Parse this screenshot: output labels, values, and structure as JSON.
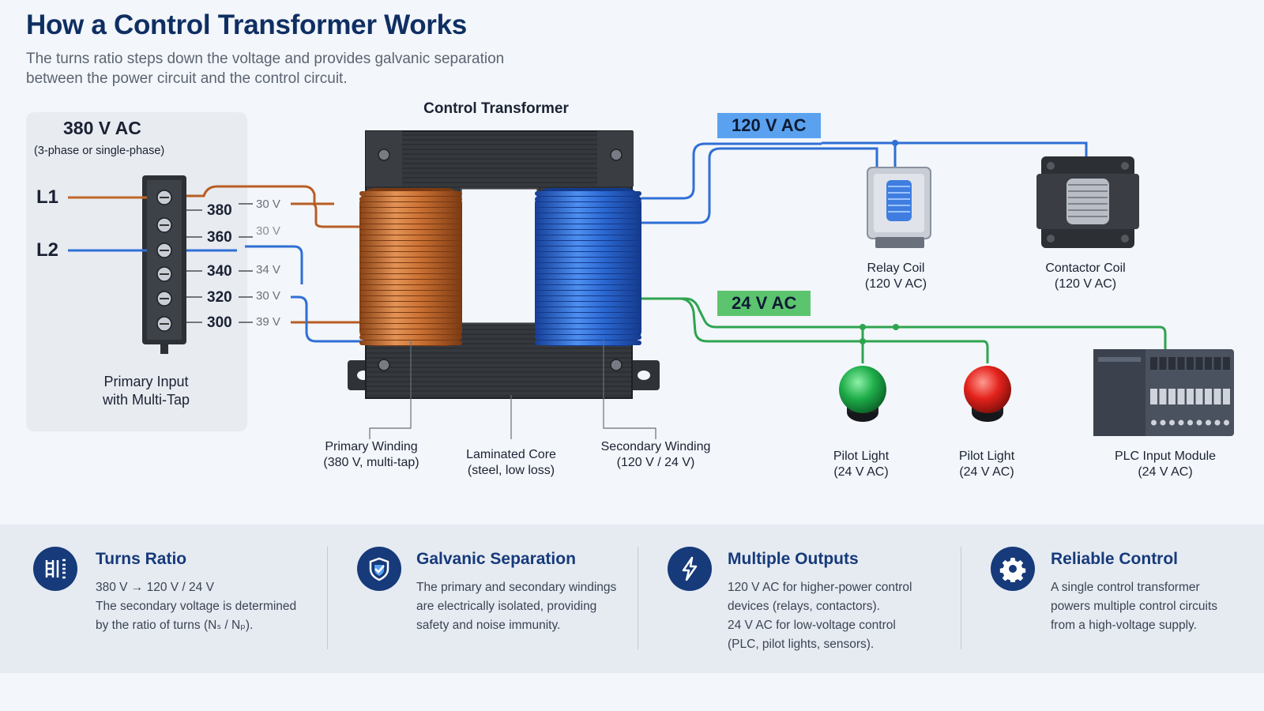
{
  "header": {
    "title": "How a Control Transformer Works",
    "subtitle": "The turns ratio steps down the voltage and provides galvanic separation between the power circuit and the control circuit."
  },
  "input_panel": {
    "voltage": "380 V AC",
    "phase_note": "(3-phase or single-phase)",
    "line1": "L1",
    "line2": "L2",
    "taps": [
      "380",
      "360",
      "340",
      "320",
      "300"
    ],
    "tap_wire_labels": [
      "30 V",
      "30 V",
      "34 V",
      "30 V",
      "39 V"
    ],
    "caption_line1": "Primary Input",
    "caption_line2": "with Multi-Tap"
  },
  "transformer": {
    "title": "Control Transformer",
    "primary_label": "Primary Winding",
    "primary_sub": "(380 V, multi-tap)",
    "core_label": "Laminated Core",
    "core_sub": "(steel, low loss)",
    "secondary_label": "Secondary Winding",
    "secondary_sub": "(120 V / 24 V)"
  },
  "outputs": {
    "high_badge": "120 V AC",
    "low_badge": "24 V AC",
    "relay_label": "Relay Coil",
    "relay_sub": "(120 V AC)",
    "contactor_label": "Contactor Coil",
    "contactor_sub": "(120 V AC)",
    "pilot1_label": "Pilot Light",
    "pilot1_sub": "(24 V AC)",
    "pilot2_label": "Pilot Light",
    "pilot2_sub": "(24 V AC)",
    "plc_label": "PLC Input Module",
    "plc_sub": "(24 V AC)"
  },
  "features": [
    {
      "icon": "coil-icon",
      "title": "Turns Ratio",
      "lines": [
        "380 V → 120 V / 24 V",
        "The secondary voltage is determined",
        "by the ratio of turns (Nₛ / Nₚ)."
      ]
    },
    {
      "icon": "shield-icon",
      "title": "Galvanic Separation",
      "lines": [
        "The primary and secondary windings",
        "are electrically isolated, providing",
        "safety and noise immunity."
      ]
    },
    {
      "icon": "lightning-icon",
      "title": "Multiple Outputs",
      "lines": [
        "120 V AC for higher-power control",
        "devices (relays, contactors).",
        "24 V AC for low-voltage control",
        "(PLC, pilot lights, sensors)."
      ]
    },
    {
      "icon": "gear-icon",
      "title": "Reliable Control",
      "lines": [
        "A single control transformer",
        "powers multiple control circuits",
        "from a high-voltage supply."
      ]
    }
  ],
  "colors": {
    "copper": "#c0662a",
    "blue_wire": "#2f6fd6",
    "green_wire": "#2ea44f",
    "badge_blue": "#5aa2f0",
    "badge_green": "#5cc46e",
    "navy": "#163a7a"
  }
}
